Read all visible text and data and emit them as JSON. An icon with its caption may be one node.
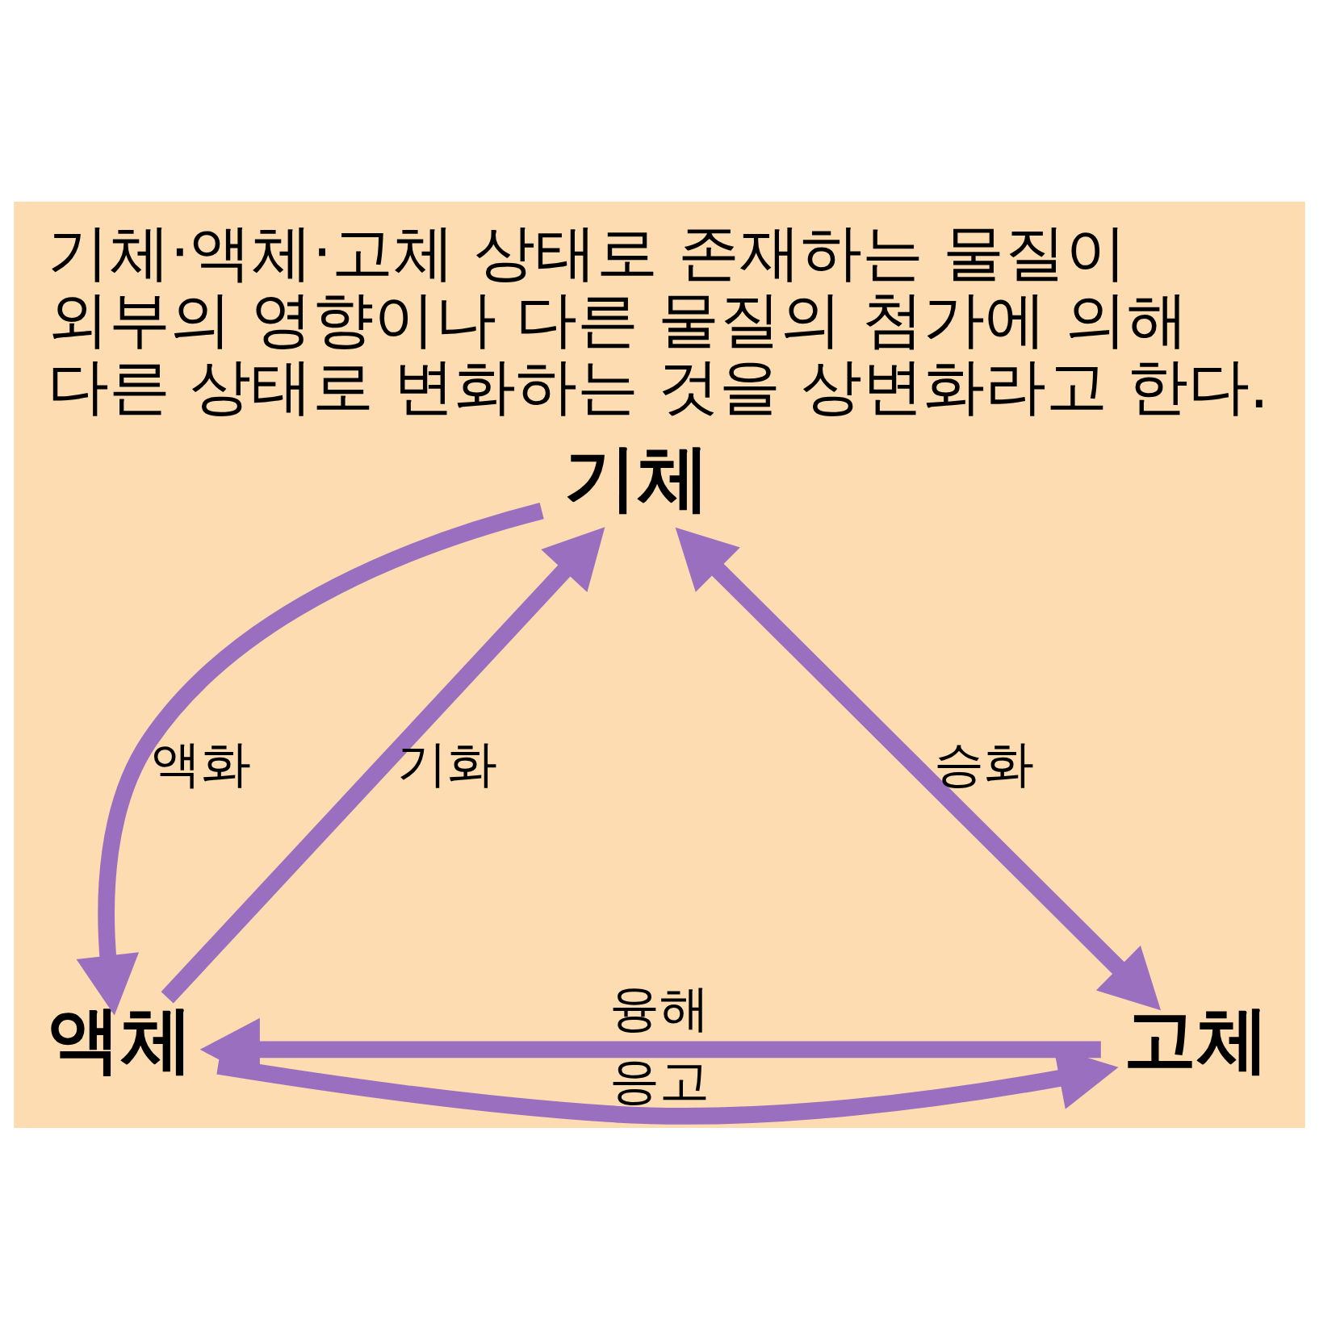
{
  "diagram": {
    "title": "기체·액체·고체 상태로 존재하는 물질이 외부의 영향이나 다른 물질의 첨가에 의해 다른 상태로 변화하는 것을 상변화라고 한다.",
    "nodes": [
      {
        "text": [
          "기체"
        ]
      },
      {
        "text": [
          "고체"
        ]
      },
      {
        "text": [
          "액체"
        ]
      }
    ],
    "edges": [
      {
        "from": 1,
        "to": 0,
        "arrow": "both",
        "label": "승화"
      },
      {
        "from": 2,
        "to": 0,
        "arrow": "to",
        "label": "기화"
      },
      {
        "from": 0,
        "to": 2,
        "arrow": "to",
        "label": "액화"
      },
      {
        "from": 1,
        "to": 2,
        "arrow": "to",
        "label": "융해"
      },
      {
        "from": 2,
        "to": 1,
        "arrow": "to",
        "label": "응고"
      }
    ]
  }
}
